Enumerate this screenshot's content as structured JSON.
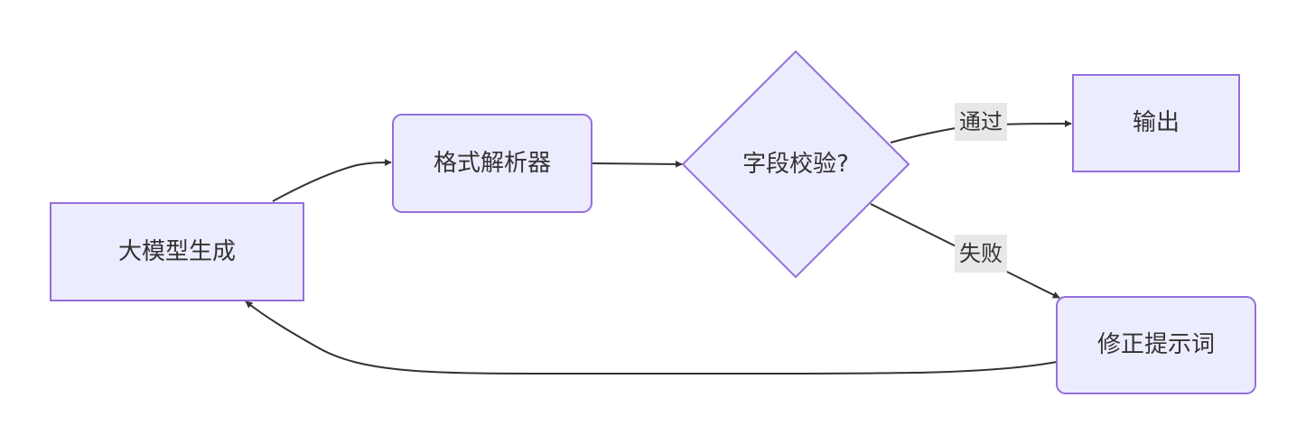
{
  "nodes": {
    "llm": {
      "label": "大模型生成"
    },
    "parser": {
      "label": "格式解析器"
    },
    "validate": {
      "label": "字段校验?"
    },
    "output": {
      "label": "输出"
    },
    "fix": {
      "label": "修正提示词"
    }
  },
  "edges": {
    "pass": {
      "label": "通过"
    },
    "fail": {
      "label": "失败"
    }
  },
  "colors": {
    "node_fill": "#ECECFF",
    "node_stroke": "#9370DB",
    "edge": "#333333",
    "edge_label_bg": "#E8E8E8"
  }
}
